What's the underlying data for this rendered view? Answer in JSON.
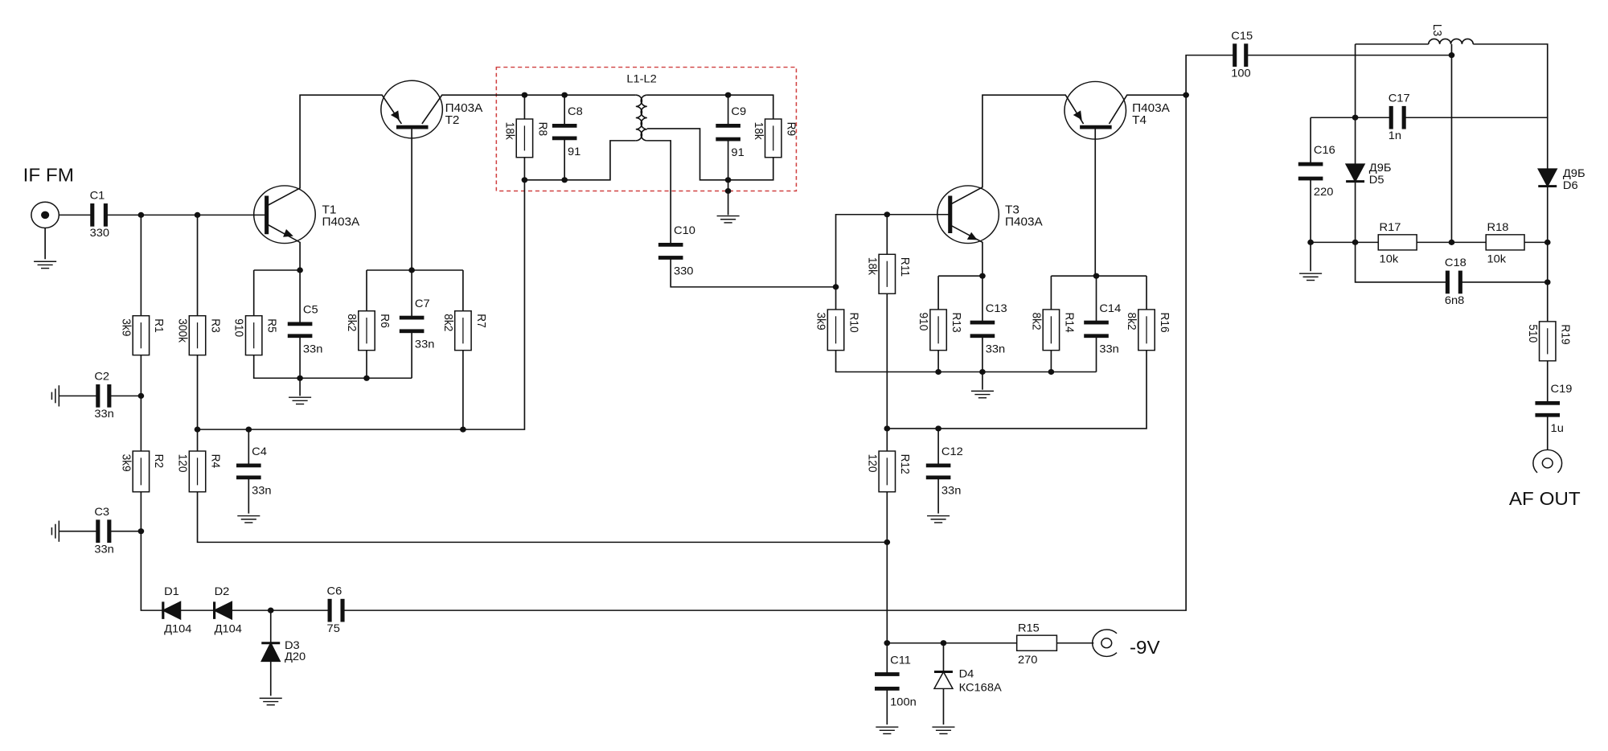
{
  "labels": {
    "input": "IF FM",
    "output": "AF OUT",
    "supply": "-9V",
    "transformer": "L1-L2",
    "inductor": "L3"
  },
  "colors": {
    "wire": "#111111",
    "shield_box": "#d04040",
    "background": "#ffffff"
  },
  "transistors": {
    "T1": {
      "ref": "T1",
      "type": "П403А"
    },
    "T2": {
      "ref": "T2",
      "type": "П403А"
    },
    "T3": {
      "ref": "T3",
      "type": "П403А"
    },
    "T4": {
      "ref": "T4",
      "type": "П403А"
    }
  },
  "resistors": {
    "R1": {
      "ref": "R1",
      "value": "3k9"
    },
    "R2": {
      "ref": "R2",
      "value": "3k9"
    },
    "R3": {
      "ref": "R3",
      "value": "300k"
    },
    "R4": {
      "ref": "R4",
      "value": "120"
    },
    "R5": {
      "ref": "R5",
      "value": "910"
    },
    "R6": {
      "ref": "R6",
      "value": "8k2"
    },
    "R7": {
      "ref": "R7",
      "value": "8k2"
    },
    "R8": {
      "ref": "R8",
      "value": "18k"
    },
    "R9": {
      "ref": "R9",
      "value": "18k"
    },
    "R10": {
      "ref": "R10",
      "value": "3k9"
    },
    "R11": {
      "ref": "R11",
      "value": "18k"
    },
    "R12": {
      "ref": "R12",
      "value": "120"
    },
    "R13": {
      "ref": "R13",
      "value": "910"
    },
    "R14": {
      "ref": "R14",
      "value": "8k2"
    },
    "R15": {
      "ref": "R15",
      "value": "270"
    },
    "R16": {
      "ref": "R16",
      "value": "8k2"
    },
    "R17": {
      "ref": "R17",
      "value": "10k"
    },
    "R18": {
      "ref": "R18",
      "value": "10k"
    },
    "R19": {
      "ref": "R19",
      "value": "510"
    }
  },
  "capacitors": {
    "C1": {
      "ref": "C1",
      "value": "330"
    },
    "C2": {
      "ref": "C2",
      "value": "33n"
    },
    "C3": {
      "ref": "C3",
      "value": "33n"
    },
    "C4": {
      "ref": "C4",
      "value": "33n"
    },
    "C5": {
      "ref": "C5",
      "value": "33n"
    },
    "C6": {
      "ref": "C6",
      "value": "75"
    },
    "C7": {
      "ref": "C7",
      "value": "33n"
    },
    "C8": {
      "ref": "C8",
      "value": "91"
    },
    "C9": {
      "ref": "C9",
      "value": "91"
    },
    "C10": {
      "ref": "C10",
      "value": "330"
    },
    "C11": {
      "ref": "C11",
      "value": "100n"
    },
    "C12": {
      "ref": "C12",
      "value": "33n"
    },
    "C13": {
      "ref": "C13",
      "value": "33n"
    },
    "C14": {
      "ref": "C14",
      "value": "33n"
    },
    "C15": {
      "ref": "C15",
      "value": "100"
    },
    "C16": {
      "ref": "C16",
      "value": "220"
    },
    "C17": {
      "ref": "C17",
      "value": "1n"
    },
    "C18": {
      "ref": "C18",
      "value": "6n8"
    },
    "C19": {
      "ref": "C19",
      "value": "1u"
    }
  },
  "diodes": {
    "D1": {
      "ref": "D1",
      "type": "Д104"
    },
    "D2": {
      "ref": "D2",
      "type": "Д104"
    },
    "D3": {
      "ref": "D3",
      "type": "Д20"
    },
    "D4": {
      "ref": "D4",
      "type": "КС168А"
    },
    "D5": {
      "ref": "D5",
      "type": "Д9Б"
    },
    "D6": {
      "ref": "D6",
      "type": "Д9Б"
    }
  }
}
